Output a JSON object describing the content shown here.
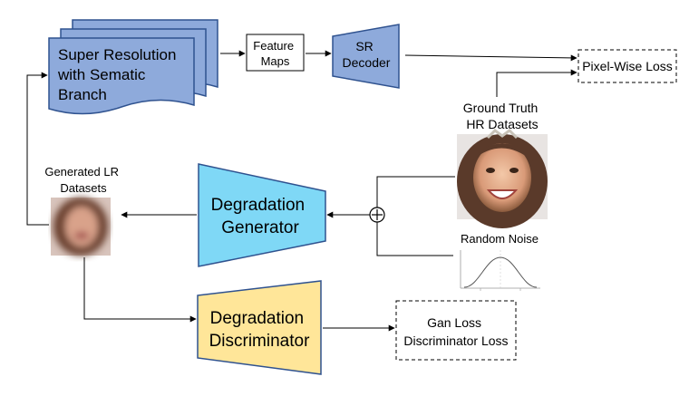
{
  "nodes": {
    "sr_branch": {
      "lines": [
        "Super Resolution",
        "with Sematic",
        "Branch"
      ],
      "fill": "#8eaadb"
    },
    "feature_maps": {
      "lines": [
        "Feature",
        "Maps"
      ]
    },
    "sr_decoder": {
      "lines": [
        "SR",
        "Decoder"
      ],
      "fill": "#8eaadb"
    },
    "pixel_loss": {
      "lines": [
        "Pixel-Wise Loss"
      ]
    },
    "ground_truth": {
      "lines": [
        "Ground Truth",
        "HR Datasets"
      ]
    },
    "generated_lr": {
      "lines": [
        "Generated LR",
        "Datasets"
      ]
    },
    "deg_generator": {
      "lines": [
        "Degradation",
        "Generator"
      ],
      "fill": "#7fd8f6"
    },
    "random_noise": {
      "lines": [
        "Random Noise"
      ]
    },
    "deg_discriminator": {
      "lines": [
        "Degradation",
        "Discriminator"
      ],
      "fill": "#ffe699"
    },
    "gan_loss": {
      "lines": [
        "Gan Loss",
        "Discriminator Loss"
      ]
    }
  },
  "colors": {
    "stroke": "#000000",
    "shape_border": "#2f528f"
  },
  "icons": {
    "sum": "circled-plus-icon",
    "face_hr": "face-photo-icon",
    "face_lr": "blurred-face-photo-icon",
    "noise_plot": "gaussian-curve-icon"
  }
}
